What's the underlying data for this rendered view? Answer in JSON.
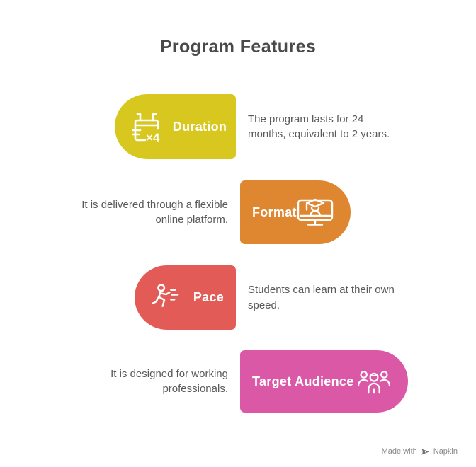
{
  "title": "Program Features",
  "colors": {
    "title_text": "#48494b",
    "body_text": "#58595b",
    "pill_label": "#ffffff",
    "duration": "#d7c71f",
    "format": "#df8630",
    "pace": "#e25b56",
    "target_audience": "#db58a6",
    "watermark_text": "#85878a"
  },
  "features": [
    {
      "label": "Duration",
      "description": "The program lasts for 24\nmonths, equivalent to 2 years.",
      "color": "#d7c71f",
      "icon": "calendar-x4-icon",
      "icon_badge": "×4",
      "pill_side": "left"
    },
    {
      "label": "Format",
      "description": "It is delivered through a flexible\nonline platform.",
      "color": "#df8630",
      "icon": "online-learning-monitor-icon",
      "pill_side": "right"
    },
    {
      "label": "Pace",
      "description": "Students can learn at their own\nspeed.",
      "color": "#e25b56",
      "icon": "runner-icon",
      "pill_side": "left"
    },
    {
      "label": "Target Audience",
      "description": "It is designed for working\nprofessionals.",
      "color": "#db58a6",
      "icon": "people-group-icon",
      "pill_side": "right"
    }
  ],
  "watermark": {
    "prefix": "Made with",
    "brand": "Napkin",
    "icon": "pen-nib-icon"
  }
}
